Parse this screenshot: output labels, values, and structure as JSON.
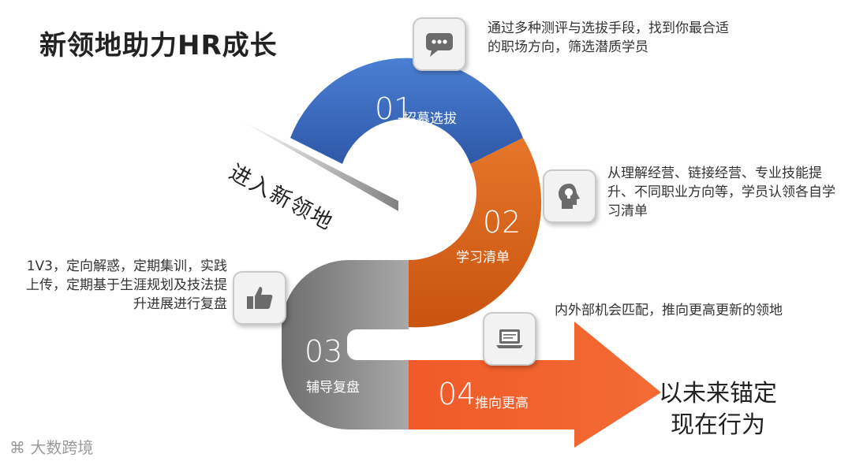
{
  "title": "新领地助力HR成长",
  "entry_label": "进入新领地",
  "outcome_lines": [
    "以未来锚定",
    "现在行为"
  ],
  "watermark": "大数跨境",
  "colors": {
    "blue": "#3f6fc5",
    "orange": "#e0661d",
    "gray": "#8a8a8a",
    "red_orange": "#f05a28"
  },
  "steps": [
    {
      "num": "01",
      "label": "招募选拔",
      "icon": "chat-bubble-icon",
      "desc": "通过多种测评与选拔手段，找到你最合适的职场方向，筛选潜质学员"
    },
    {
      "num": "02",
      "label": "学习清单",
      "icon": "head-lightbulb-icon",
      "desc": "从理解经营、链接经营、专业技能提升、不同职业方向等，学员认领各自学习清单"
    },
    {
      "num": "03",
      "label": "辅导复盘",
      "icon": "thumbs-up-icon",
      "desc": "1V3，定向解惑，定期集训，实践上传，定期基于生涯规划及技法提升进展进行复盘"
    },
    {
      "num": "04",
      "label": "推向更高",
      "icon": "laptop-icon",
      "desc": "内外部机会匹配，推向更高更新的领地"
    }
  ]
}
